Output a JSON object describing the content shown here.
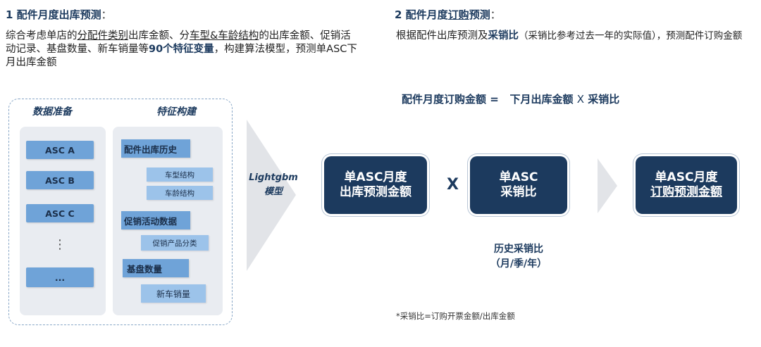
{
  "section1": {
    "title": "1 配件月度出库预测",
    "colon": "：",
    "desc": {
      "p1": "综合考虑单店的",
      "u1": "分配件类别",
      "p2": "出库金额、分",
      "u2": "车型&车龄结构",
      "p3": "的出库金额、促销活动记录、基盘数量、新车销量等",
      "b1": "90个特征变量",
      "p4": "，构建算法模型，预测单ASC下月出库金额"
    }
  },
  "section2": {
    "title": "2 配件月度",
    "title_u": "订购",
    "title_end": "预测",
    "colon": "：",
    "desc": {
      "p1": "根据配件出库预测及",
      "b1": "采销比",
      "p2": "（采销比参考过去一年的实际值），预测配件订购金额"
    }
  },
  "left_panel": {
    "col1_title": "数据准备",
    "col2_title": "特征构建",
    "asc_items": [
      "ASC A",
      "ASC B",
      "ASC C",
      "⋮",
      "..."
    ],
    "features": {
      "f1": "配件出库历史",
      "f1_sub1": "车型结构",
      "f1_sub2": "车龄结构",
      "f2": "促销活动数据",
      "f2_sub1": "促销产品分类",
      "f3": "基盘数量",
      "f4": "新车销量"
    }
  },
  "model": {
    "line1": "Lightgbm",
    "line2": "模型"
  },
  "formula": {
    "left": "配件月度订购金额 =",
    "mid": "下月出库金额",
    "x": "X",
    "right": "采销比"
  },
  "flow": {
    "box1_l1": "单ASC月度",
    "box1_l2": "出库预测金额",
    "times": "X",
    "box2_l1": "单ASC",
    "box2_l2": "采销比",
    "box3_l1": "单ASC月度",
    "box3_l2": "订购预测金额",
    "history_l1": "历史采销比",
    "history_l2": "（月/季/年）"
  },
  "footnote": "*采销比=订购开票金额/出库金额",
  "colors": {
    "navy": "#1c3a5e",
    "asc_blue": "#6fa3d8",
    "light_blue": "#9cc3ea",
    "panel_gray": "#e9ecf1",
    "arrow_gray": "#e2e4e8"
  }
}
